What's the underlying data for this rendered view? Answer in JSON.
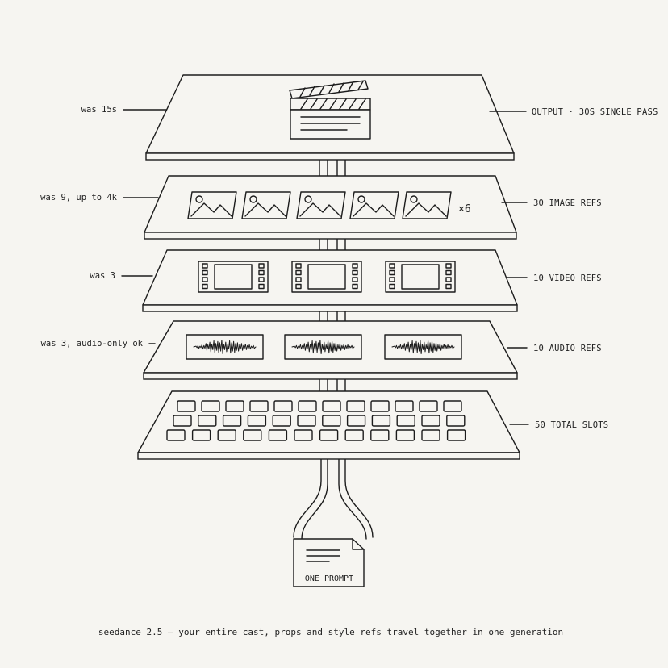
{
  "layers": [
    {
      "id": "output",
      "left_note": "was 15s",
      "right_label": "OUTPUT · 30S SINGLE PASS",
      "icon": "clapperboard-icon"
    },
    {
      "id": "image",
      "left_note": "was 9, up to 4k",
      "right_label": "30 IMAGE REFS",
      "icon": "image-icon",
      "multiplier": "×6"
    },
    {
      "id": "video",
      "left_note": "was 3",
      "right_label": "10 VIDEO REFS",
      "icon": "film-frame-icon"
    },
    {
      "id": "audio",
      "left_note": "was 3, audio-only ok",
      "right_label": "10 AUDIO REFS",
      "icon": "waveform-icon"
    },
    {
      "id": "slots",
      "left_note": "",
      "right_label": "50 TOTAL SLOTS",
      "icon": "slot-grid-icon"
    }
  ],
  "prompt": {
    "label": "ONE PROMPT",
    "icon": "document-icon"
  },
  "caption": "seedance 2.5 — your entire cast, props and style refs travel together in one generation"
}
